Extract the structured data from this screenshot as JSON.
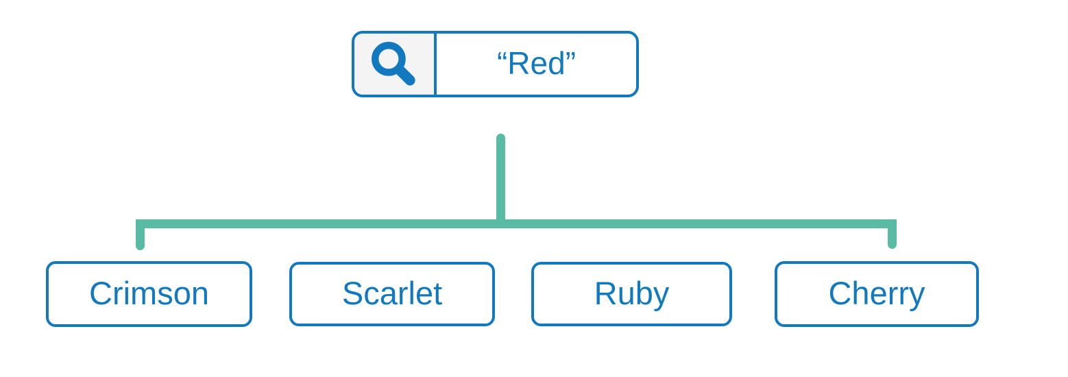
{
  "colors": {
    "node_blue": "#1279BE",
    "connector_teal": "#5ABBA4",
    "search_icon_bg": "#F4F4F5",
    "background": "#FFFFFF"
  },
  "search": {
    "query": "“Red”",
    "icon": "magnifier-icon"
  },
  "tree": {
    "children": [
      {
        "label": "Crimson"
      },
      {
        "label": "Scarlet"
      },
      {
        "label": "Ruby"
      },
      {
        "label": "Cherry"
      }
    ]
  }
}
